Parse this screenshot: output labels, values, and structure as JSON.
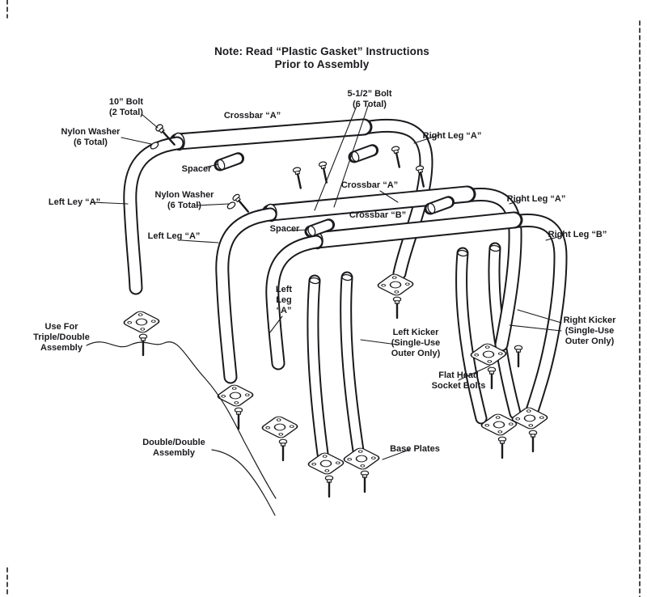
{
  "note": {
    "line1": "Note: Read “Plastic Gasket” Instructions",
    "line2": "Prior to Assembly"
  },
  "labels": {
    "bolt10": "10” Bolt\n(2 Total)",
    "crossbarA1": "Crossbar “A”",
    "bolt5": "5-1/2” Bolt\n(6 Total)",
    "nylonWasher1": "Nylon Washer\n(6 Total)",
    "rightLegA1": "Right Leg “A”",
    "spacer1": "Spacer",
    "crossbarA2": "Crossbar “A”",
    "leftLeyA": "Left Ley “A”",
    "nylonWasher2": "Nylon Washer\n(6 Total)",
    "rightLegA2": "Right Leg “A”",
    "crossbarB": "Crossbar “B”",
    "spacer2": "Spacer",
    "rightLegB": "Right Leg “B”",
    "leftLegA1": "Left Leg “A”",
    "leftLegA2": "Left\nLeg\n“A”",
    "leftKicker": "Left Kicker\n(Single-Use\nOuter Only)",
    "rightKicker": "Right Kicker\n(Single-Use\nOuter Only)",
    "useFor": "Use For\nTriple/Double\nAssembly",
    "flatHead": "Flat Head\nSocket Bolts",
    "doubleDouble": "Double/Double\nAssembly",
    "basePlates": "Base Plates"
  },
  "colors": {
    "ink": "#1a1a1e",
    "paper": "#ffffff"
  }
}
